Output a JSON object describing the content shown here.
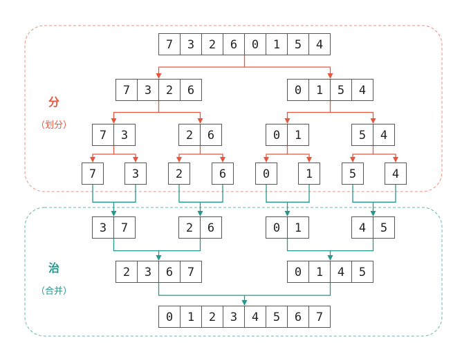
{
  "colors": {
    "divide": "#e8553d",
    "conquer": "#24968c",
    "box_border": "#555555",
    "region_border_divide": "#f08b78",
    "region_border_conquer": "#5fb8ae"
  },
  "divide_label": {
    "title": "分",
    "subtitle": "（划分）"
  },
  "conquer_label": {
    "title": "治",
    "subtitle": "（合并）"
  },
  "levels": {
    "split_0": [
      [
        "7",
        "3",
        "2",
        "6",
        "0",
        "1",
        "5",
        "4"
      ]
    ],
    "split_1": [
      [
        "7",
        "3",
        "2",
        "6"
      ],
      [
        "0",
        "1",
        "5",
        "4"
      ]
    ],
    "split_2": [
      [
        "7",
        "3"
      ],
      [
        "2",
        "6"
      ],
      [
        "0",
        "1"
      ],
      [
        "5",
        "4"
      ]
    ],
    "split_3": [
      [
        "7"
      ],
      [
        "3"
      ],
      [
        "2"
      ],
      [
        "6"
      ],
      [
        "0"
      ],
      [
        "1"
      ],
      [
        "5"
      ],
      [
        "4"
      ]
    ],
    "merge_1": [
      [
        "3",
        "7"
      ],
      [
        "2",
        "6"
      ],
      [
        "0",
        "1"
      ],
      [
        "4",
        "5"
      ]
    ],
    "merge_2": [
      [
        "2",
        "3",
        "6",
        "7"
      ],
      [
        "0",
        "1",
        "4",
        "5"
      ]
    ],
    "merge_3": [
      [
        "0",
        "1",
        "2",
        "3",
        "4",
        "5",
        "6",
        "7"
      ]
    ]
  }
}
